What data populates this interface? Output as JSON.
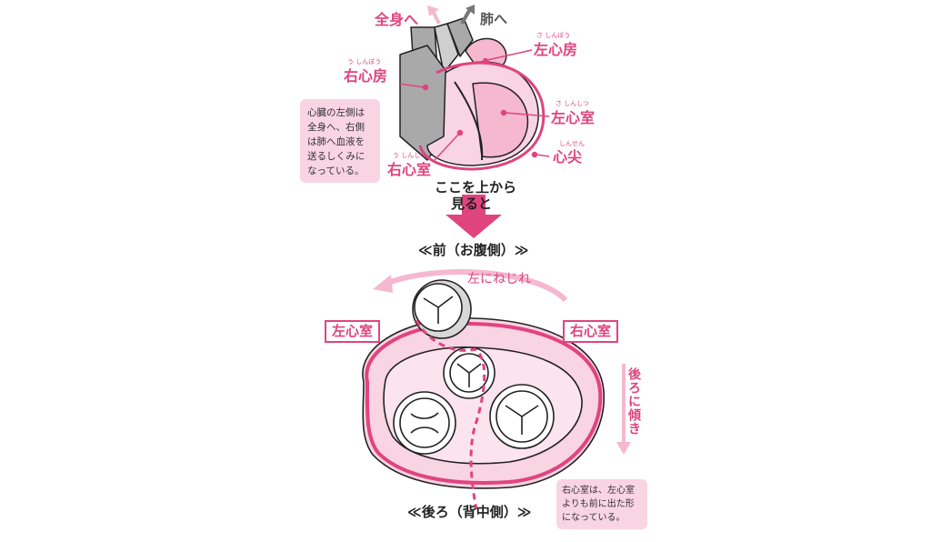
{
  "top_heart": {
    "arrow_body": "全身へ",
    "arrow_lungs": "肺へ",
    "left_atrium": {
      "ruby": "さ しんぼう",
      "label": "左心房"
    },
    "right_atrium": {
      "ruby": "う しんぼう",
      "label": "右心房"
    },
    "left_ventricle": {
      "ruby": "さ しんしつ",
      "label": "左心室"
    },
    "right_ventricle": {
      "ruby": "う しんしつ",
      "label": "右心室"
    },
    "apex": {
      "ruby": "しんせん",
      "label": "心尖"
    },
    "note_lines": [
      "心臓の左側は",
      "全身へ、右側",
      "は肺へ血液を",
      "送るしくみに",
      "なっている。"
    ]
  },
  "transition": {
    "line1": "ここを上から",
    "line2": "見ると"
  },
  "bottom_view": {
    "front_label": "≪前（お腹側）≫",
    "back_label": "≪後ろ（背中側）≫",
    "twist_label": "左にねじれ",
    "left_ventricle_box": "左心室",
    "right_ventricle_box": "右心室",
    "tilt_label": "後ろに傾き",
    "note_lines": [
      "右心室は、左心室",
      "よりも前に出た形",
      "になっている。"
    ]
  },
  "colors": {
    "accent": "#e0447f",
    "light_pink": "#f5b8cf",
    "pale_pink": "#f9d4e3",
    "gray": "#a9a9a9"
  }
}
